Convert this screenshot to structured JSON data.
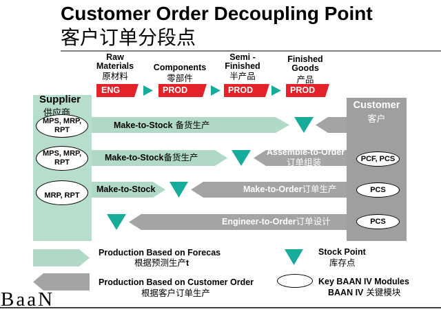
{
  "title": "Customer Order Decoupling Point",
  "subtitle": "客户订单分段点",
  "stages": [
    {
      "lines": [
        "Raw",
        "Materials"
      ],
      "cn": "原材料",
      "tag": "ENG"
    },
    {
      "lines": [
        "Components"
      ],
      "cn": "零部件",
      "tag": "PROD"
    },
    {
      "lines": [
        "Semi -",
        "Finished"
      ],
      "cn": "半产品",
      "tag": "PROD"
    },
    {
      "lines": [
        "Finished",
        "Goods"
      ],
      "cn": "产品",
      "tag": "PROD"
    }
  ],
  "supplier": {
    "label": "Supplier",
    "cn": "供应商"
  },
  "customer": {
    "label": "Customer",
    "cn": "客户"
  },
  "rows": [
    {
      "supplier_modules": [
        "MPS, MRP,",
        "RPT"
      ],
      "forecast": {
        "en": "Make-to-Stock",
        "cn": "备货生产"
      }
    },
    {
      "supplier_modules": [
        "MPS, MRP,",
        "RPT"
      ],
      "forecast": {
        "en": "Make-to-Stock",
        "cn": "备货生产"
      },
      "order": {
        "en": "Assemble-to-Order",
        "cn": "订单组装"
      },
      "customer_modules": "PCF, PCS"
    },
    {
      "supplier_modules": [
        "MRP, RPT"
      ],
      "forecast": {
        "en": "Make-to-Stock"
      },
      "order": {
        "en": "Make-to-Order",
        "cn": "订单生产"
      },
      "customer_modules": "PCS"
    },
    {
      "order": {
        "en": "Engineer-to-Order",
        "cn": "订单设计"
      },
      "customer_modules": "PCS"
    }
  ],
  "legend": {
    "forecast": {
      "en": "Production Based on Forecas",
      "cn": "根据预测生产",
      "cn_tail": "t"
    },
    "order": {
      "en": "Production Based on Customer Order",
      "cn": "根据客户订单生产"
    },
    "stock_point": {
      "en": "Stock Point",
      "cn": "库存点"
    },
    "modules": {
      "en": "Key BAAN IV Modules",
      "cn_prefix": "BAAN IV",
      "cn": "关键模块"
    }
  },
  "logo": "BaaN",
  "colors": {
    "forecast_fill": "#b0d9c7",
    "supplier_fill": "#b7ddcd",
    "order_fill": "#a4a4a4",
    "customer_fill": "#9f9f9f",
    "stock_point": "#17ac9a",
    "tag_red": "#e3222a"
  }
}
